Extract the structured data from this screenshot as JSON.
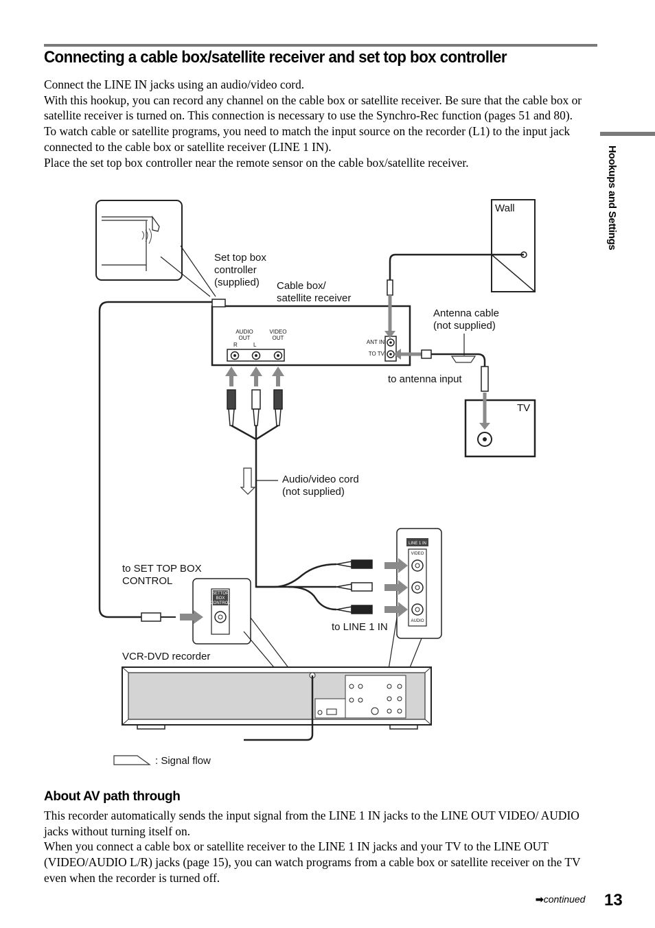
{
  "section_title": "Connecting a cable box/satellite receiver and set top box controller",
  "intro": [
    "Connect the LINE IN jacks using an audio/video cord.",
    "With this hookup, you can record any channel on the cable box or satellite receiver. Be sure that the cable box or satellite receiver is turned on. This connection is necessary to use the Synchro-Rec function (pages 51 and 80).",
    "To watch cable or satellite programs, you need to match the input source on the recorder (L1) to the input jack connected to the cable box or satellite receiver (LINE 1 IN).",
    "Place the set top box controller near the remote sensor on the cable box/satellite receiver."
  ],
  "side_tab": "Hookups and Settings",
  "diagram": {
    "wall": "Wall",
    "set_top_box_controller": [
      "Set top box",
      "controller",
      "(supplied)"
    ],
    "cable_box": [
      "Cable box/",
      "satellite receiver"
    ],
    "antenna_cable": [
      "Antenna cable",
      "(not supplied)"
    ],
    "to_antenna_input": "to antenna input",
    "tv": "TV",
    "av_cord": [
      "Audio/video cord",
      "(not supplied)"
    ],
    "to_set_top_box_control": [
      "to SET TOP BOX",
      "CONTROL"
    ],
    "to_line1_in": "to LINE 1 IN",
    "vcr_dvd_recorder": "VCR-DVD recorder",
    "signal_flow": ": Signal flow",
    "jacks": {
      "audio_out": [
        "AUDIO",
        "OUT"
      ],
      "video_out": [
        "VIDEO",
        "OUT"
      ],
      "r": "R",
      "l": "L",
      "ant_in": "ANT IN",
      "to_tv": "TO TV",
      "line1_in": "LINE 1 IN",
      "video": "VIDEO",
      "audio": "AUDIO",
      "settop": [
        "SETTOP",
        "BOX",
        "CONTROL"
      ]
    }
  },
  "about_heading": "About AV path through",
  "about_paragraphs": [
    "This recorder automatically sends the input signal from the LINE 1 IN jacks to the LINE OUT VIDEO/ AUDIO jacks without turning itself on.",
    "When you connect a cable box or satellite receiver to the LINE 1 IN jacks and your TV to the LINE OUT (VIDEO/AUDIO L/R) jacks (page 15), you can watch programs from a cable box or satellite receiver on the TV even when the recorder is turned off."
  ],
  "continued": "continued",
  "page_number": "13"
}
